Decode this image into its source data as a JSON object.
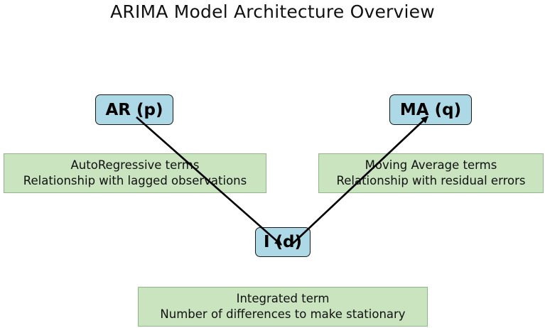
{
  "title": "ARIMA Model Architecture Overview",
  "nodes": {
    "ar": {
      "label": "AR (p)"
    },
    "ma": {
      "label": "MA (q)"
    },
    "i": {
      "label": "I (d)"
    }
  },
  "descriptions": {
    "ar": {
      "line1": "AutoRegressive terms",
      "line2": "Relationship with lagged observations"
    },
    "ma": {
      "line1": "Moving Average terms",
      "line2": "Relationship with residual errors"
    },
    "i": {
      "line1": "Integrated term",
      "line2": "Number of differences to make stationary"
    }
  },
  "colors": {
    "node_fill": "#add8e6",
    "desc_fill": "#c9e4bf",
    "arrow": "#000000"
  }
}
